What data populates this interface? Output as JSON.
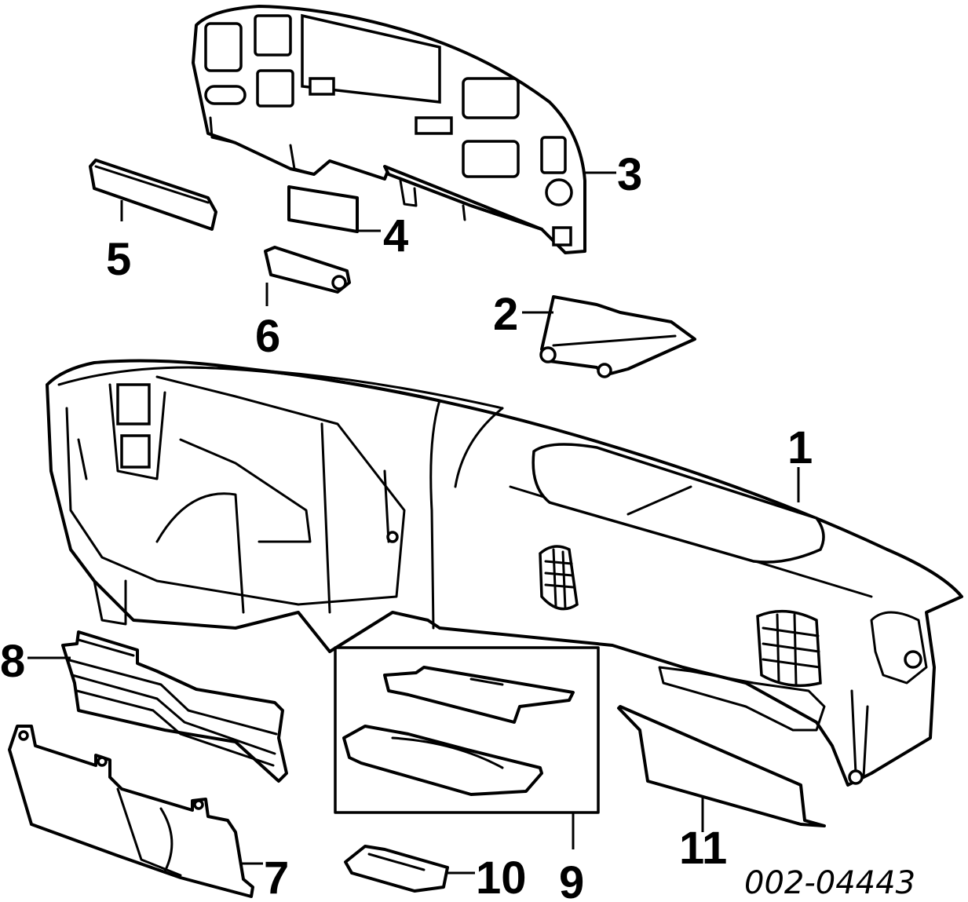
{
  "diagram": {
    "catalog_number": "002-04443",
    "callouts": {
      "c1": "1",
      "c2": "2",
      "c3": "3",
      "c4": "4",
      "c5": "5",
      "c6": "6",
      "c7": "7",
      "c8": "8",
      "c9": "9",
      "c10": "10",
      "c11": "11"
    },
    "ink_color": "#000000",
    "background_color": "#ffffff"
  }
}
